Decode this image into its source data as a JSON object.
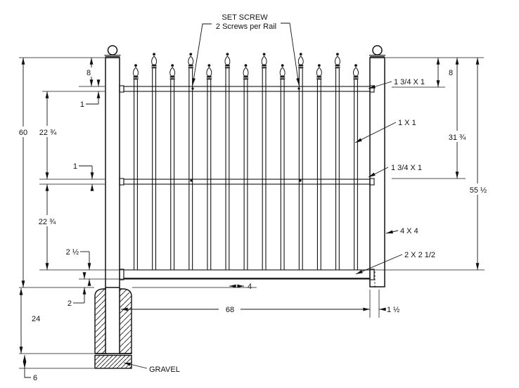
{
  "diagram": {
    "callouts": {
      "set_screw_line1": "SET SCREW",
      "set_screw_line2": "2 Screws per Rail"
    },
    "part_labels": {
      "top_rail": "1 3/4 X 1",
      "picket": "1 X 1",
      "middle_rail": "1 3/4 X 1",
      "post": "4 X 4",
      "bottom_channel": "2 X 2 1/2",
      "gravel": "GRAVEL"
    },
    "dimensions": {
      "overall_height": "60",
      "post_top_to_rail_left": "8",
      "post_top_to_rail_right": "8",
      "top_rail_thickness": "1",
      "middle_rail_thickness": "1",
      "rail_spacing_upper": "22 ¾",
      "rail_spacing_lower": "22 ¾",
      "post_top_to_middle_rail": "31 ¾",
      "post_top_to_channel": "55 ½",
      "channel_height": "2 ½",
      "channel_to_ground": "2",
      "footing_depth": "24",
      "gravel_depth": "6",
      "post_spacing": "68",
      "panel_end_offset": "1 ½",
      "picket_gap": "4"
    }
  }
}
